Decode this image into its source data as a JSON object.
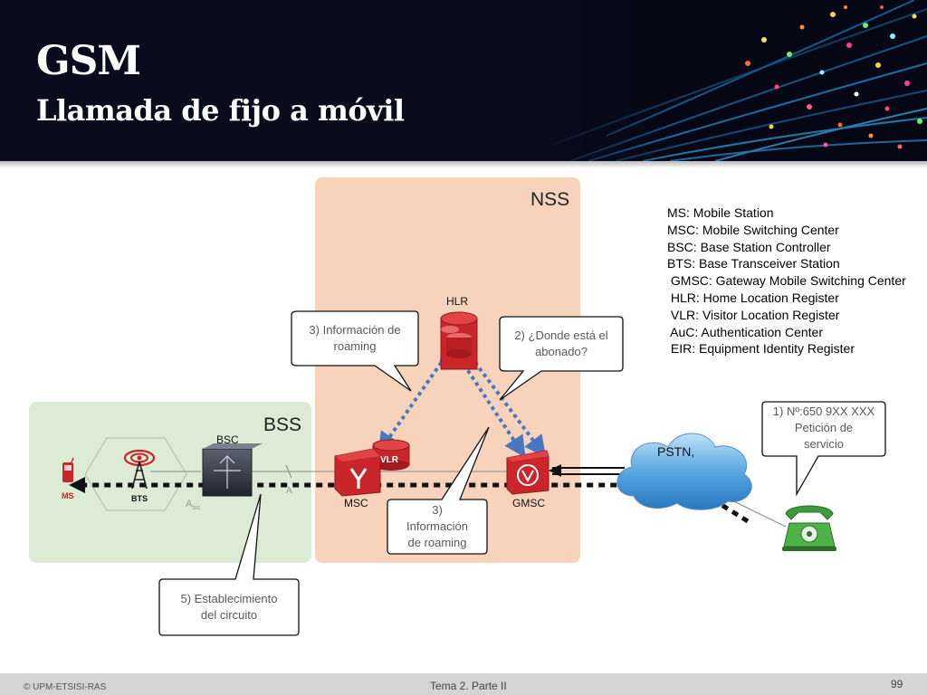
{
  "header": {
    "title": "GSM",
    "subtitle": "Llamada de fijo a móvil"
  },
  "regions": {
    "nss": "NSS",
    "bss": "BSS"
  },
  "nodes": {
    "hlr": "HLR",
    "bsc": "BSC",
    "msc": "MSC",
    "vlr": "VLR",
    "gmsc": "GMSC",
    "pstn": "PSTN,",
    "ms": "MS",
    "bts": "BTS",
    "abis_main": "A",
    "abis_sub": "bis",
    "a_interface": "A"
  },
  "callouts": {
    "c3_left": [
      "3) Información de",
      "roaming"
    ],
    "c2": [
      "2) ¿Donde está el",
      "abonado?"
    ],
    "c3_bottom": [
      "3)",
      "Información",
      "de roaming"
    ],
    "c1": [
      "1) Nº:650 9XX XXX",
      "Petición de",
      "servicio"
    ],
    "c5": [
      "5) Establecimiento",
      "del circuito"
    ]
  },
  "legend": [
    "MS: Mobile Station",
    "MSC: Mobile Switching Center",
    "BSC: Base Station Controller",
    "BTS: Base Transceiver Station",
    " GMSC: Gateway Mobile Switching Center",
    " HLR: Home Location Register",
    " VLR: Visitor Location Register",
    " AuC: Authentication Center",
    " EIR: Equipment Identity Register"
  ],
  "footer": {
    "copyright": "© UPM-ETSISI-RAS",
    "center": "Tema 2. Parte II",
    "page": "99"
  },
  "colors": {
    "nss_bg": "#f8d3bb",
    "bss_bg": "#dcebd4",
    "node_red": "#c8262a",
    "signal_arrow": "#4a78c0",
    "header_bg": "#0a0c1e"
  }
}
